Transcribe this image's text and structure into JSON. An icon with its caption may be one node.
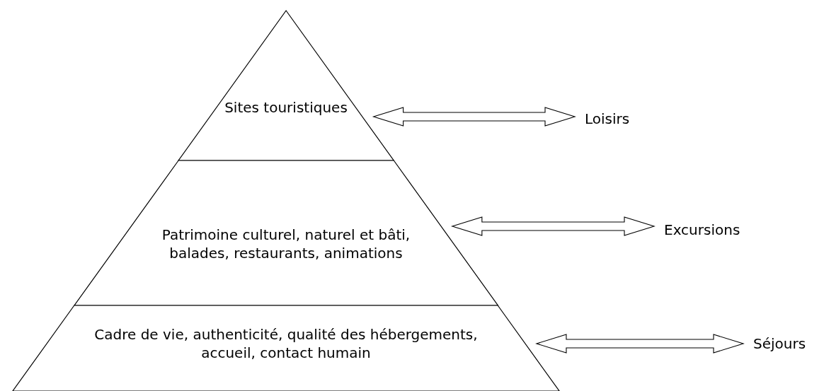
{
  "diagram": {
    "nodes": [
      {
        "text": [
          "Sites touristiques"
        ]
      },
      {
        "text": [
          "Patrimoine culturel, naturel et bâti, balades, restaurants, animations"
        ]
      },
      {
        "text": [
          "Cadre de vie, authenticité, qualité des hébergements, accueil, contact humain"
        ]
      },
      {
        "text": [
          "Loisirs"
        ]
      },
      {
        "text": [
          "Excursions"
        ]
      },
      {
        "text": [
          "Séjours"
        ]
      }
    ],
    "edges": [
      {
        "from": 0,
        "to": 3,
        "arrow": "both"
      },
      {
        "from": 1,
        "to": 4,
        "arrow": "both"
      },
      {
        "from": 2,
        "to": 5,
        "arrow": "both"
      }
    ]
  }
}
